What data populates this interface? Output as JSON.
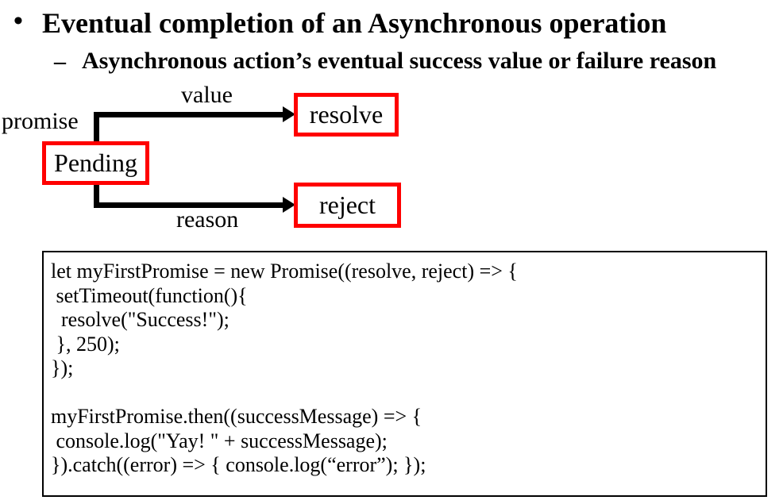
{
  "header": {
    "bullet_glyph": "•",
    "title": "Eventual completion of an Asynchronous operation",
    "dash_glyph": "–",
    "subtitle": "Asynchronous action’s eventual success value or failure reason"
  },
  "diagram": {
    "promise_label": "promise",
    "value_label": "value",
    "reason_label": "reason",
    "pending_state": "Pending",
    "resolve_state": "resolve",
    "reject_state": "reject",
    "state_box_border_color": "#ff0000",
    "arrow_color": "#000000"
  },
  "code_block": {
    "text": "let myFirstPromise = new Promise((resolve, reject) => {\n setTimeout(function(){\n  resolve(\"Success!\");\n }, 250);\n});\n\nmyFirstPromise.then((successMessage) => {\n console.log(\"Yay! \" + successMessage);\n}).catch((error) => { console.log(“error”); });"
  }
}
